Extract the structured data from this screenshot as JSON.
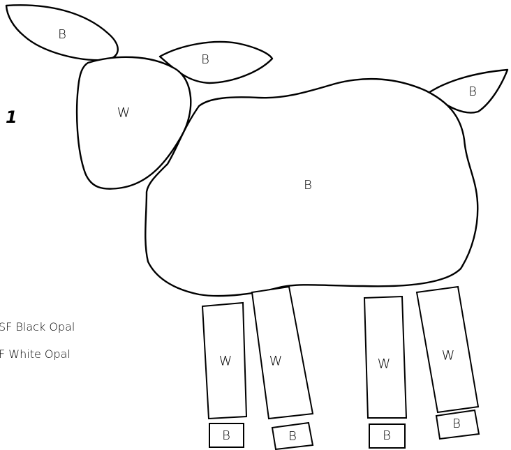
{
  "step_number": "1",
  "legend": [
    "SF Black Opal",
    "F White Opal"
  ],
  "pieces": {
    "left_ear": "B",
    "right_ear": "B",
    "tail": "B",
    "head": "W",
    "body": "B",
    "leg_1": "W",
    "leg_2": "W",
    "leg_3": "W",
    "leg_4": "W",
    "hoof_1": "B",
    "hoof_2": "B",
    "hoof_3": "B",
    "hoof_4": "B"
  }
}
